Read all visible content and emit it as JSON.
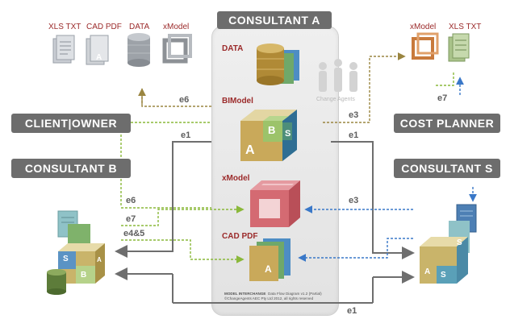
{
  "center": {
    "title": "CONSULTANT A",
    "items": {
      "data": "DATA",
      "bimodel": "BIModel",
      "xmodel": "xModel",
      "cadpdf": "CAD PDF"
    },
    "change_agents": "Change Agents",
    "footer": {
      "title": "MODEL INTERCHANGE",
      "subtitle": "Data Flow Diagram v1.2 (Partial)",
      "copyright": "©ChangeAgents AEC Pty Ltd 2012, all rights reserved"
    },
    "cube_letters": {
      "a": "A",
      "b": "B",
      "s": "S"
    }
  },
  "parties": {
    "client_owner": "CLIENT|OWNER",
    "consultant_b": "CONSULTANT B",
    "cost_planner": "COST PLANNER",
    "consultant_s": "CONSULTANT S"
  },
  "top_left_files": [
    "XLS TXT",
    "CAD PDF",
    "DATA",
    "xModel"
  ],
  "top_right_files": [
    "xModel",
    "XLS TXT"
  ],
  "exchanges": {
    "e6_top": "e6",
    "e1_left": "e1",
    "e3_right_top": "e3",
    "e1_right_top": "e1",
    "e7_right": "e7",
    "e6_left": "e6",
    "e7_left": "e7",
    "e45_left": "e4&5",
    "e3_right_mid": "e3",
    "e1_bottom": "e1"
  },
  "colors": {
    "pill": "#6d6d6d",
    "red_label": "#9b2a2a",
    "green_flow": "#8ab83a",
    "blue_flow": "#3a78c8",
    "gray_flow": "#6e6e6e",
    "olive_flow": "#9a8540"
  }
}
